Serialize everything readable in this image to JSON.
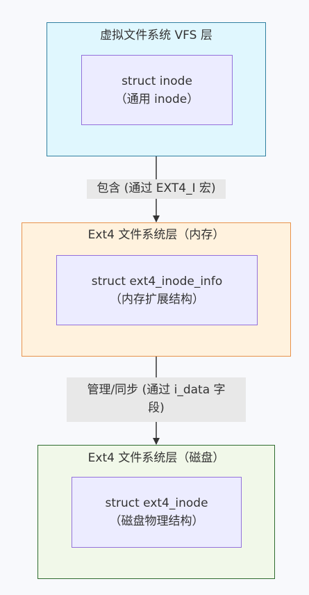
{
  "layers": [
    {
      "title": "虚拟文件系统 VFS 层",
      "fill": "#e0f7fe",
      "stroke": "#2f7fa0",
      "node": {
        "line1": "struct inode",
        "line2": "（通用 inode）"
      }
    },
    {
      "title": "Ext4 文件系统层（内存）",
      "fill": "#fff2de",
      "stroke": "#e8924a",
      "node": {
        "line1": "struct ext4_inode_info",
        "line2": "（内存扩展结构）"
      }
    },
    {
      "title": "Ext4 文件系统层（磁盘）",
      "fill": "#f1f8e9",
      "stroke": "#2e6b2e",
      "node": {
        "line1": "struct ext4_inode",
        "line2": "（磁盘物理结构）"
      }
    }
  ],
  "edges": [
    {
      "line1": "包含 (通过 EXT4_I 宏)"
    },
    {
      "line1": "管理/同步 (通过 i_data 字",
      "line2": "段)"
    }
  ],
  "colors": {
    "node_fill": "#ececff",
    "node_stroke": "#9370db",
    "edge_stroke": "#333333",
    "edge_label_bg": "#e8e8e8",
    "background": "#f8f9fc"
  }
}
